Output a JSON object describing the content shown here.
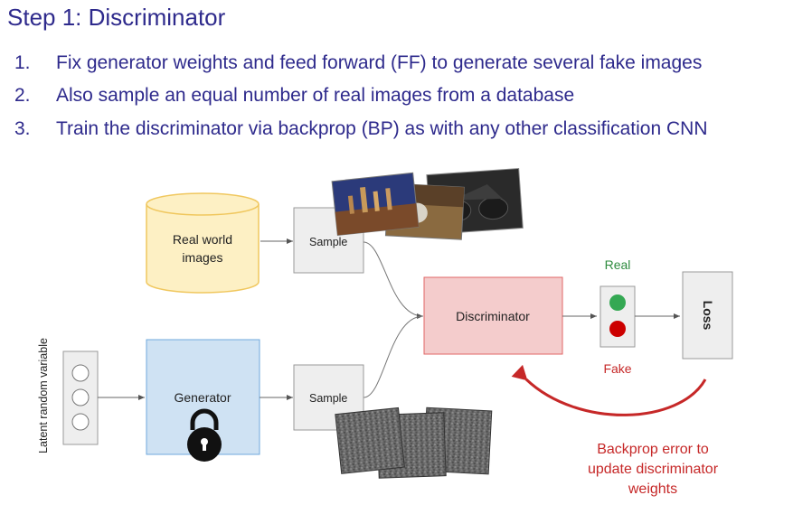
{
  "title": "Step 1: Discriminator",
  "steps": [
    {
      "num": "1.",
      "text": "Fix generator weights and feed forward (FF) to generate several fake images"
    },
    {
      "num": "2.",
      "text": "Also sample an equal number of real images from a database"
    },
    {
      "num": "3.",
      "text": "Train the discriminator via backprop (BP) as with any other classification CNN"
    }
  ],
  "diagram": {
    "real_world_line1": "Real world",
    "real_world_line2": "images",
    "sample_top": "Sample",
    "sample_bottom": "Sample",
    "discriminator": "Discriminator",
    "generator": "Generator",
    "latent_label": "Latent random variable",
    "real_label": "Real",
    "fake_label": "Fake",
    "loss": "Loss",
    "backprop_line1": "Backprop error to",
    "backprop_line2": "update discriminator",
    "backprop_line3": "weights",
    "lock_icon": "lock-icon",
    "colors": {
      "title": "#2e2a8c",
      "real_world_fill": "#fdf0c4",
      "real_world_stroke": "#f0c75e",
      "discriminator_fill": "#f4cccc",
      "discriminator_stroke": "#e06666",
      "generator_fill": "#cfe2f3",
      "generator_stroke": "#6fa8dc",
      "real_green": "#34a853",
      "fake_red": "#c62828",
      "arrow_red": "#c62828"
    }
  }
}
